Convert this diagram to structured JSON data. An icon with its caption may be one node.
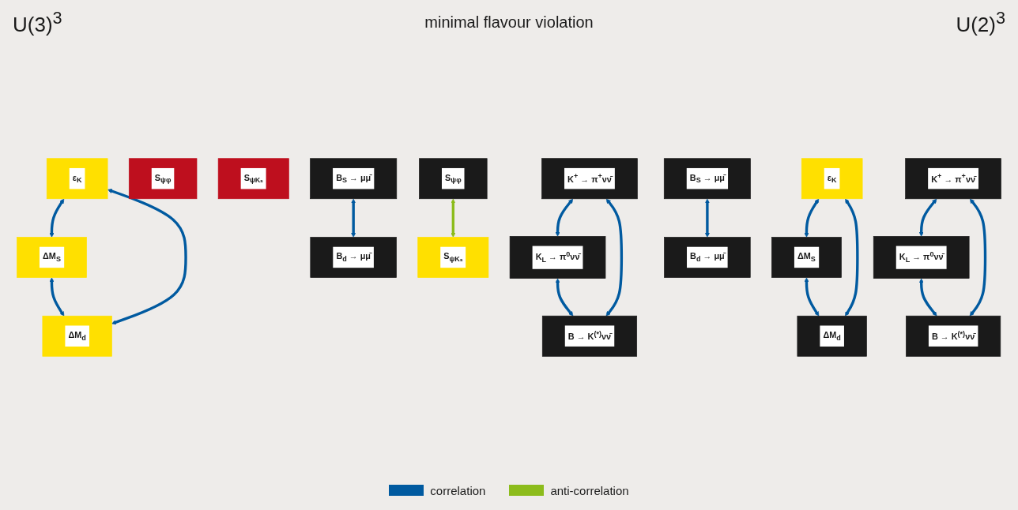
{
  "diagram": {
    "nodes": [
      {
        "text": [
          "ε$_{K}$"
        ]
      },
      {
        "text": [
          "ΔM$_{S}$"
        ]
      },
      {
        "text": [
          "ΔM$_{d}$"
        ]
      },
      {
        "text": [
          "S$_{ψφ}$"
        ]
      },
      {
        "text": [
          "S$_{ψKₛ}$"
        ]
      },
      {
        "text": [
          "B$_{S}$ → μμ̄"
        ]
      },
      {
        "text": [
          "B$_{d}$ → μμ̄"
        ]
      },
      {
        "text": [
          "K$^{+}$ → π$^{+}$νν̄"
        ]
      },
      {
        "text": [
          "K$_{L}$ → π$^{0}$νν̄"
        ]
      },
      {
        "text": [
          "B → K$^{(*)}$νν̄"
        ]
      },
      {
        "text": [
          "ε$_{K}$"
        ]
      },
      {
        "text": [
          "ΔM$_{S}$"
        ]
      },
      {
        "text": [
          "ΔM$_{d}$"
        ]
      },
      {
        "text": [
          "S$_{ψφ}$"
        ]
      },
      {
        "text": [
          "S$_{ψKₛ}$"
        ]
      },
      {
        "text": [
          "B$_{S}$ → μμ̄"
        ]
      },
      {
        "text": [
          "B$_{d}$ → μμ̄"
        ]
      },
      {
        "text": [
          "K$^{+}$ → π$^{+}$νν̄"
        ]
      },
      {
        "text": [
          "K$_{L}$ → π$^{0}$νν̄"
        ]
      },
      {
        "text": [
          "B → K$^{(*)}$νν̄"
        ]
      }
    ],
    "edges": [
      {
        "from": 0,
        "to": 1,
        "arrow": "both"
      },
      {
        "from": 0,
        "to": 2,
        "arrow": "both"
      },
      {
        "from": 1,
        "to": 2,
        "arrow": "both"
      },
      {
        "from": 5,
        "to": 6,
        "arrow": "both"
      },
      {
        "from": 7,
        "to": 8,
        "arrow": "both"
      },
      {
        "from": 7,
        "to": 9,
        "arrow": "both"
      },
      {
        "from": 8,
        "to": 9,
        "arrow": "both"
      },
      {
        "from": 10,
        "to": 11,
        "arrow": "both"
      },
      {
        "from": 10,
        "to": 12,
        "arrow": "both"
      },
      {
        "from": 11,
        "to": 12,
        "arrow": "both"
      },
      {
        "from": 13,
        "to": 14,
        "arrow": "both",
        "color": "#8cbc1c"
      },
      {
        "from": 15,
        "to": 16,
        "arrow": "both"
      },
      {
        "from": 17,
        "to": 18,
        "arrow": "both"
      },
      {
        "from": 17,
        "to": 19,
        "arrow": "both"
      },
      {
        "from": 18,
        "to": 19,
        "arrow": "both"
      }
    ],
    "labels": [
      "U(3)$^{3}$",
      "minimal flavour violation",
      "U(2)$^{3}$"
    ],
    "legend": [
      {
        "text": "correlation",
        "color": "#005aa0"
      },
      {
        "text": "anti-correlation",
        "color": "#8cbc1c"
      }
    ]
  }
}
